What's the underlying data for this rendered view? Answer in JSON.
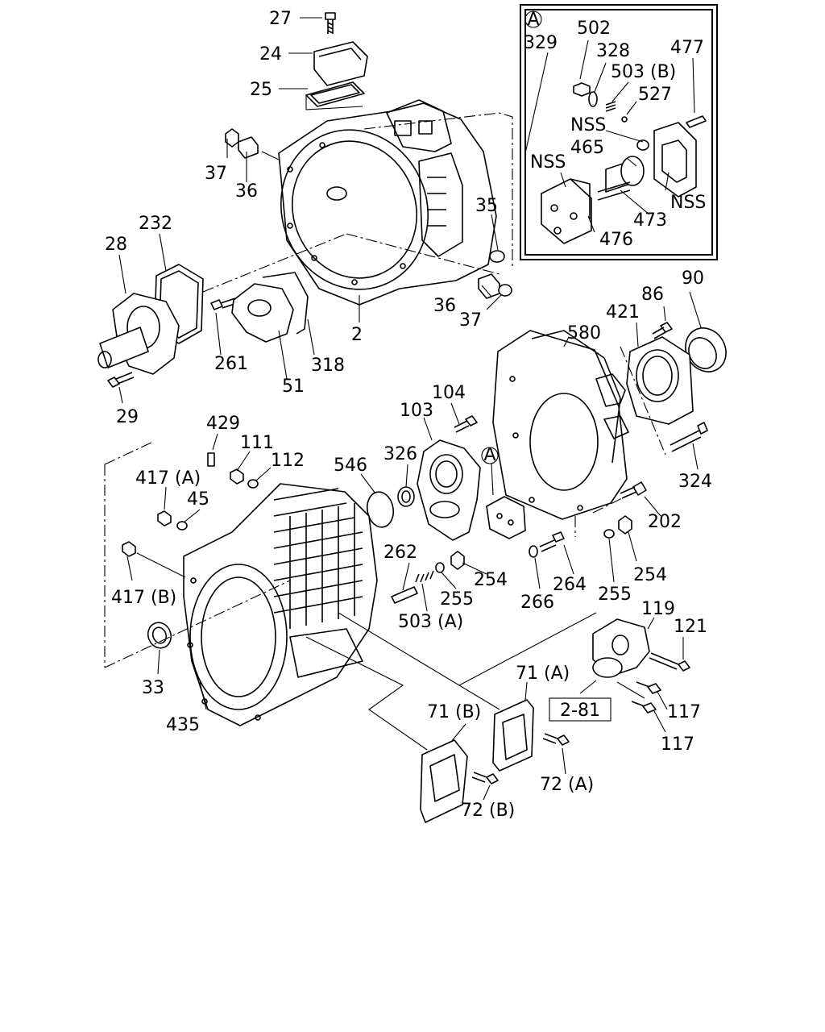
{
  "inset": {
    "marker": "A"
  },
  "labels": {
    "l27": "27",
    "l24": "24",
    "l25": "25",
    "l37a": "37",
    "l36a": "36",
    "l232": "232",
    "l28": "28",
    "l35": "35",
    "l36b": "36",
    "l37b": "37",
    "l2": "2",
    "l261": "261",
    "l51": "51",
    "l318": "318",
    "l29": "29",
    "l502": "502",
    "l329": "329",
    "l328": "328",
    "l503b": "503 (B)",
    "l527": "527",
    "l477": "477",
    "lNSSa": "NSS",
    "l465": "465",
    "lNSSb": "NSS",
    "lNSSc": "NSS",
    "l473": "473",
    "l476": "476",
    "l90": "90",
    "l86": "86",
    "l421": "421",
    "l580": "580",
    "l104": "104",
    "l103": "103",
    "l324": "324",
    "l429": "429",
    "l111": "111",
    "l112": "112",
    "l546": "546",
    "l326": "326",
    "lA2": "A",
    "l417a": "417 (A)",
    "l45": "45",
    "l202": "202",
    "l262": "262",
    "l254a": "254",
    "l264": "264",
    "l254b": "254",
    "l417b": "417 (B)",
    "l255a": "255",
    "l266": "266",
    "l255b": "255",
    "l503a": "503 (A)",
    "l119": "119",
    "l121": "121",
    "l33": "33",
    "l71a": "71 (A)",
    "l71b": "71 (B)",
    "l281": "2-81",
    "l117a": "117",
    "l435": "435",
    "l117b": "117",
    "l72a": "72 (A)",
    "l72b": "72 (B)"
  }
}
